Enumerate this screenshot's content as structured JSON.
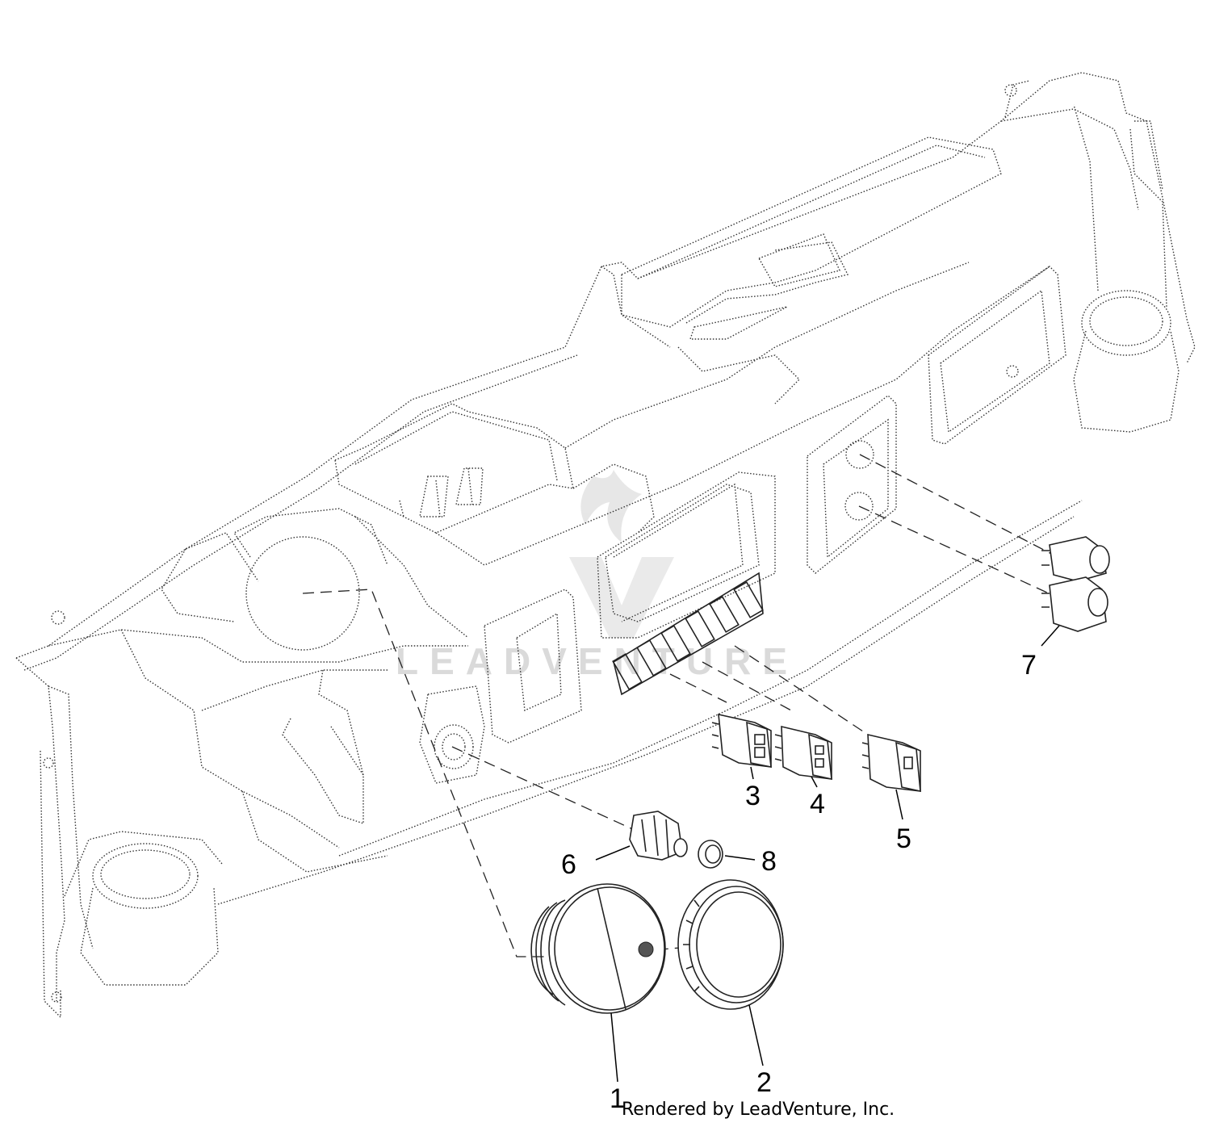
{
  "diagram": {
    "watermark_text": "LEADVENTURE",
    "callouts": [
      "1",
      "2",
      "3",
      "4",
      "5",
      "6",
      "7",
      "8"
    ]
  },
  "footer": {
    "rendered_by": "Rendered by LeadVenture, Inc."
  }
}
